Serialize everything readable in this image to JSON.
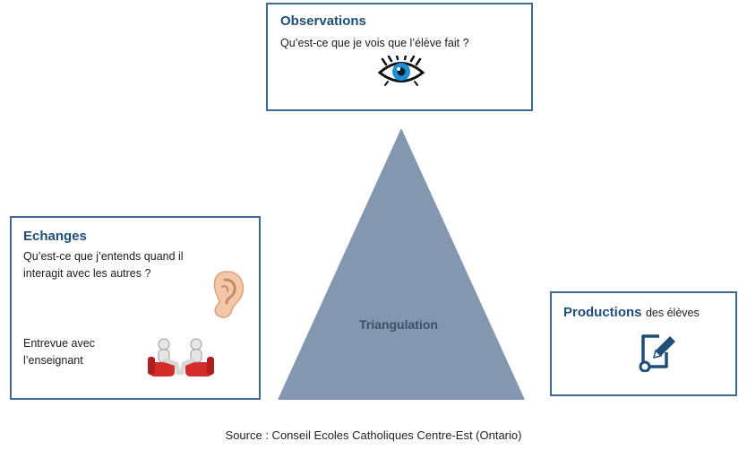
{
  "observations": {
    "title": "Observations",
    "question": "Qu’est-ce que je vois que l’élève fait ?",
    "icon": "eye-icon"
  },
  "echanges": {
    "title": "Echanges",
    "question": "Qu’est-ce que j’entends quand il interagit avec les autres ?",
    "ear_icon": "ear-icon",
    "interview": "Entrevue avec l’enseignant",
    "people_icon": "people-meeting-icon"
  },
  "productions": {
    "title": "Productions",
    "subtitle": "des élèves",
    "icon": "edit-document-icon"
  },
  "triangle": {
    "label": "Triangulation",
    "color": "#8497b0"
  },
  "source": "Source : Conseil Ecoles Catholiques Centre-Est (Ontario)",
  "colors": {
    "border": "#3f6a95",
    "title": "#1f4e79"
  }
}
